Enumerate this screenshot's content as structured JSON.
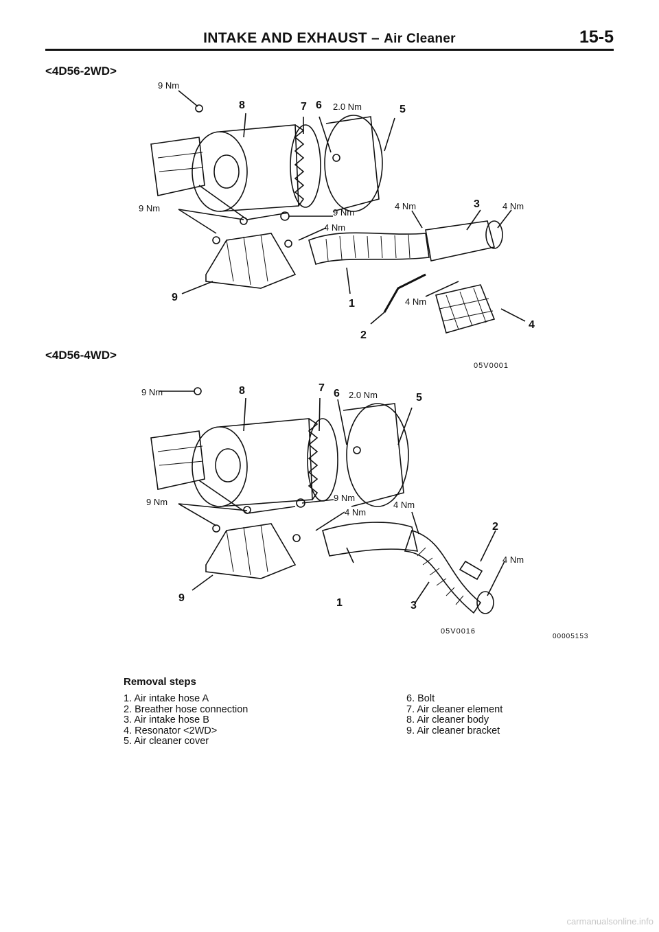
{
  "header": {
    "title": "INTAKE AND EXHAUST",
    "separator": "–",
    "subtitle": "Air Cleaner",
    "page_number": "15-5"
  },
  "figures": [
    {
      "variant": "<4D56-2WD>",
      "figure_code": "05V0001",
      "torque_labels": [
        "9 Nm",
        "2.0 Nm",
        "9 Nm",
        "9 Nm",
        "4 Nm",
        "4 Nm",
        "4 Nm",
        "4 Nm"
      ],
      "part_callouts": [
        "8",
        "7",
        "6",
        "5",
        "3",
        "9",
        "1",
        "2",
        "4"
      ]
    },
    {
      "variant": "<4D56-4WD>",
      "figure_code": "05V0016",
      "torque_labels": [
        "9 Nm",
        "2.0 Nm",
        "9 Nm",
        "9 Nm",
        "4 Nm",
        "4 Nm",
        "4 Nm"
      ],
      "part_callouts": [
        "8",
        "7",
        "6",
        "5",
        "2",
        "9",
        "1",
        "3"
      ]
    }
  ],
  "document_code": "00005153",
  "removal_steps": {
    "title": "Removal steps",
    "left": [
      "1. Air intake hose A",
      "2. Breather hose connection",
      "3. Air intake hose B",
      "4. Resonator <2WD>",
      "5. Air cleaner cover"
    ],
    "right": [
      "6. Bolt",
      "7. Air cleaner element",
      "8. Air cleaner body",
      "9. Air cleaner bracket"
    ]
  },
  "footer": "carmanualsonline.info"
}
